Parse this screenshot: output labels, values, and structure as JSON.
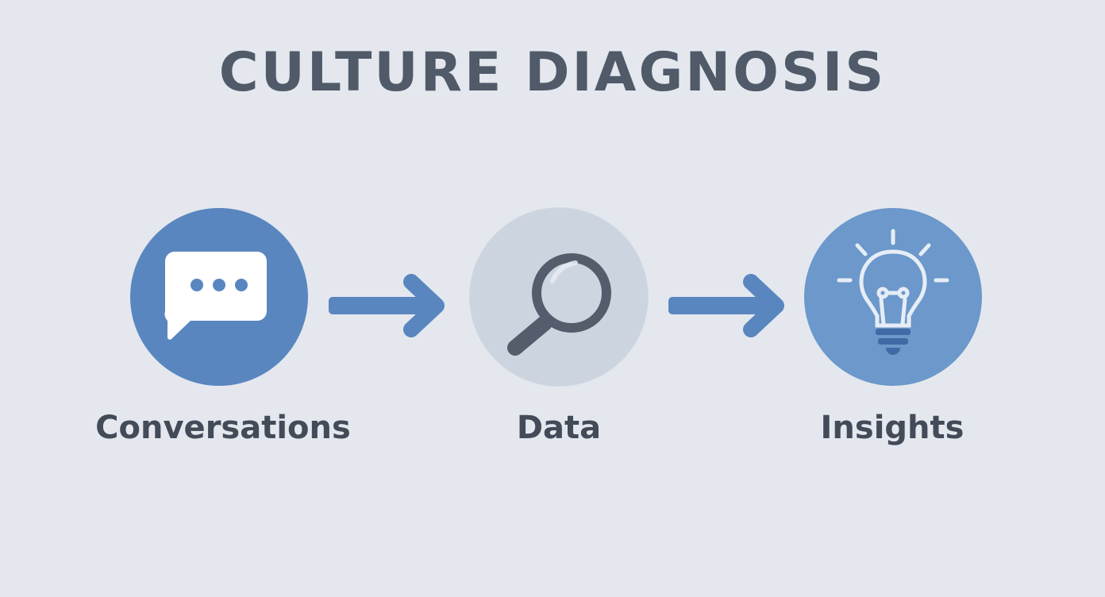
{
  "title": "CULTURE DIAGNOSIS",
  "colors": {
    "background": "#e4e8ee",
    "title": "#505a69",
    "label": "#434b58",
    "blue_primary": "#5a86c0",
    "blue_light": "#6c98cb",
    "gray_circle": "#cbd4df",
    "icon_dark": "#535d6b",
    "arrow": "#5a86c0"
  },
  "steps": [
    {
      "label": "Conversations",
      "icon": "chat-bubble-icon"
    },
    {
      "label": "Data",
      "icon": "magnifying-glass-icon"
    },
    {
      "label": "Insights",
      "icon": "lightbulb-icon"
    }
  ],
  "connectors": [
    {
      "from": "Conversations",
      "to": "Data",
      "icon": "arrow-right-icon"
    },
    {
      "from": "Data",
      "to": "Insights",
      "icon": "arrow-right-icon"
    }
  ]
}
